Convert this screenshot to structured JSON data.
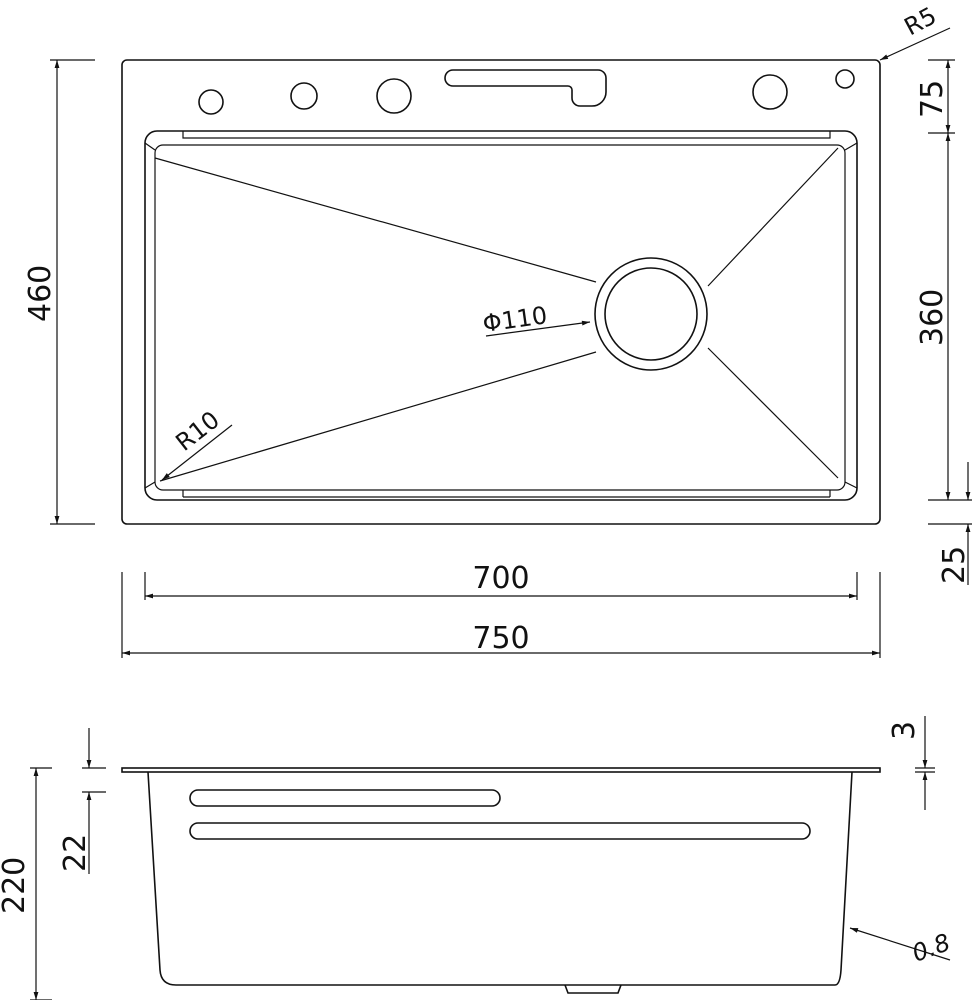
{
  "top_view": {
    "corner_radius": "R5",
    "overall_depth": "460",
    "ledge_depth": "75",
    "bowl_depth": "360",
    "rim_depth": "25",
    "drain_diameter": "Φ110",
    "bowl_corner_radius": "R10",
    "bowl_width": "700",
    "overall_width": "750"
  },
  "side_view": {
    "plate_thickness": "3",
    "lip_height": "22",
    "total_height": "220",
    "wall_thickness": "0.8"
  },
  "colors": {
    "line": "#111111",
    "background": "#ffffff"
  }
}
